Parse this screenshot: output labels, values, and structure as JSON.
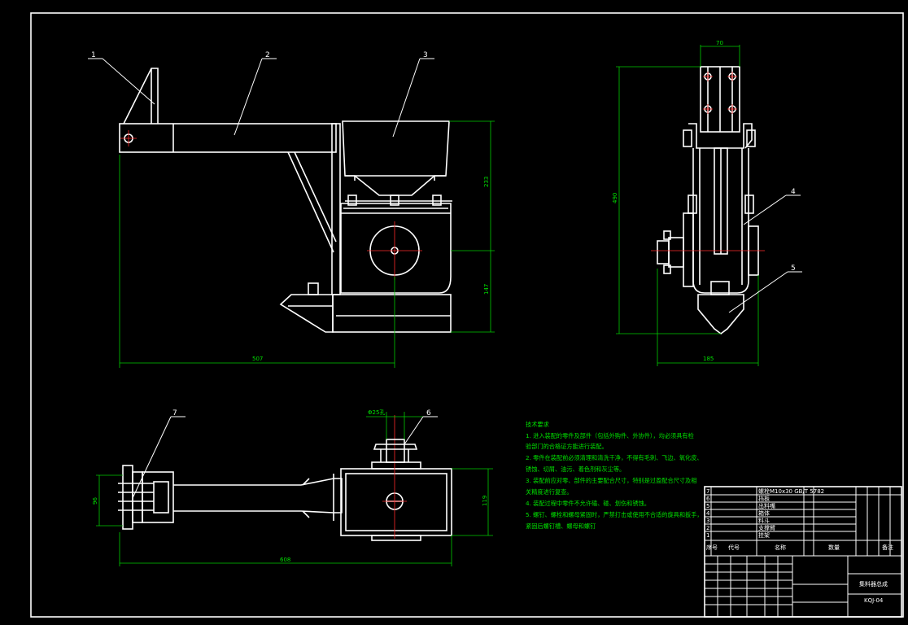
{
  "balloons": [
    "1",
    "2",
    "3",
    "4",
    "5",
    "6",
    "7"
  ],
  "dimensions": {
    "front_height_upper": "233",
    "front_height_lower": "147",
    "front_length": "507",
    "side_top_width": "70",
    "side_height": "490",
    "side_bottom_width": "185",
    "top_length": "608",
    "top_left_height": "96",
    "top_right_height": "119",
    "top_diameter": "Φ25孔"
  },
  "technical_notes": {
    "title": "技术要求",
    "lines": [
      "1. 进入装配的零件及部件（包括外购件、外协件），均必须具有检",
      "验部门的合格证方能进行装配。",
      "2. 零件在装配前必须清理和清洗干净，不得有毛刺、飞边、氧化皮、",
      "锈蚀、切屑、油污、着色剂和灰尘等。",
      "3. 装配前应对零、部件的主要配合尺寸，特别是过盈配合尺寸及相",
      "关精度进行复查。",
      "4. 装配过程中零件不允许磕、碰、划伤和锈蚀。",
      "5. 螺钉、螺栓和螺母紧固时，严禁打击或使用不合适的旋具和扳手，",
      "紧固后螺钉槽、螺母和螺钉"
    ]
  },
  "title_block": {
    "drawing_name": "集料器总成",
    "drawing_code": "KQJ-04",
    "bom_header": [
      "序号",
      "代号",
      "名称",
      "数量",
      "备注"
    ],
    "bom_rows": [
      {
        "no": "7",
        "name": "螺栓M10x30 GB/T 5782"
      },
      {
        "no": "6",
        "name": "挡板"
      },
      {
        "no": "5",
        "name": "出料嘴"
      },
      {
        "no": "4",
        "name": "箱体"
      },
      {
        "no": "3",
        "name": "料斗"
      },
      {
        "no": "2",
        "name": "支撑臂"
      },
      {
        "no": "1",
        "name": "挂架"
      }
    ]
  }
}
